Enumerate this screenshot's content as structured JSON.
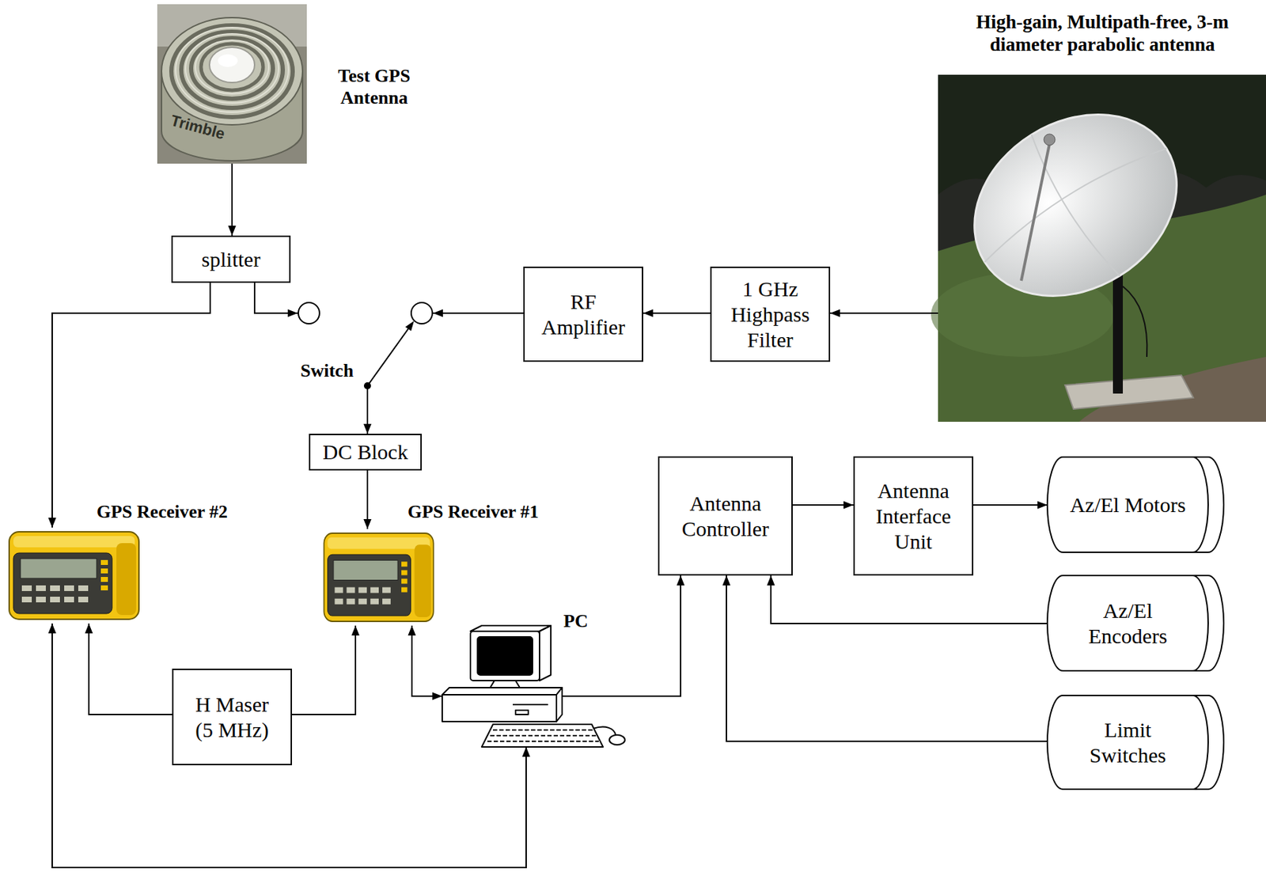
{
  "diagram": {
    "nodes": [
      {
        "text": [
          "Test GPS Antenna"
        ]
      },
      {
        "text": [
          "High-gain, Multipath-free, 3-m diameter parabolic antenna"
        ]
      },
      {
        "text": [
          "splitter"
        ]
      },
      {
        "text": [
          "Switch"
        ]
      },
      {
        "text": [
          "RF Amplifier"
        ]
      },
      {
        "text": [
          "1 GHz Highpass Filter"
        ]
      },
      {
        "text": [
          "DC Block"
        ]
      },
      {
        "text": [
          "Antenna Controller"
        ]
      },
      {
        "text": [
          "Antenna Interface Unit"
        ]
      },
      {
        "text": [
          "Az/El Motors"
        ]
      },
      {
        "text": [
          "GPS Receiver #2"
        ]
      },
      {
        "text": [
          "GPS Receiver #1"
        ]
      },
      {
        "text": [
          "Az/El Encoders"
        ]
      },
      {
        "text": [
          "PC"
        ]
      },
      {
        "text": [
          "H Maser (5 MHz)"
        ]
      },
      {
        "text": [
          "Limit Switches"
        ]
      }
    ],
    "edges": [
      {
        "from": 0,
        "to": 2,
        "arrow": "to"
      },
      {
        "from": 2,
        "to": 10,
        "arrow": "to"
      },
      {
        "from": 2,
        "to": 3,
        "arrow": "to"
      },
      {
        "from": 1,
        "to": 5,
        "arrow": "to"
      },
      {
        "from": 5,
        "to": 4,
        "arrow": "to"
      },
      {
        "from": 4,
        "to": 3,
        "arrow": "to"
      },
      {
        "from": 3,
        "to": 6,
        "arrow": "to"
      },
      {
        "from": 6,
        "to": 11,
        "arrow": "to"
      },
      {
        "from": 14,
        "to": 10,
        "arrow": "to"
      },
      {
        "from": 14,
        "to": 11,
        "arrow": "to"
      },
      {
        "from": 11,
        "to": 13,
        "arrow": "both"
      },
      {
        "from": 10,
        "to": 13,
        "arrow": "both"
      },
      {
        "from": 13,
        "to": 7,
        "arrow": "to"
      },
      {
        "from": 7,
        "to": 8,
        "arrow": "to"
      },
      {
        "from": 8,
        "to": 9,
        "arrow": "to"
      },
      {
        "from": 12,
        "to": 7,
        "arrow": "to"
      },
      {
        "from": 15,
        "to": 7,
        "arrow": "to"
      }
    ],
    "labels": [
      "Trimble"
    ]
  }
}
